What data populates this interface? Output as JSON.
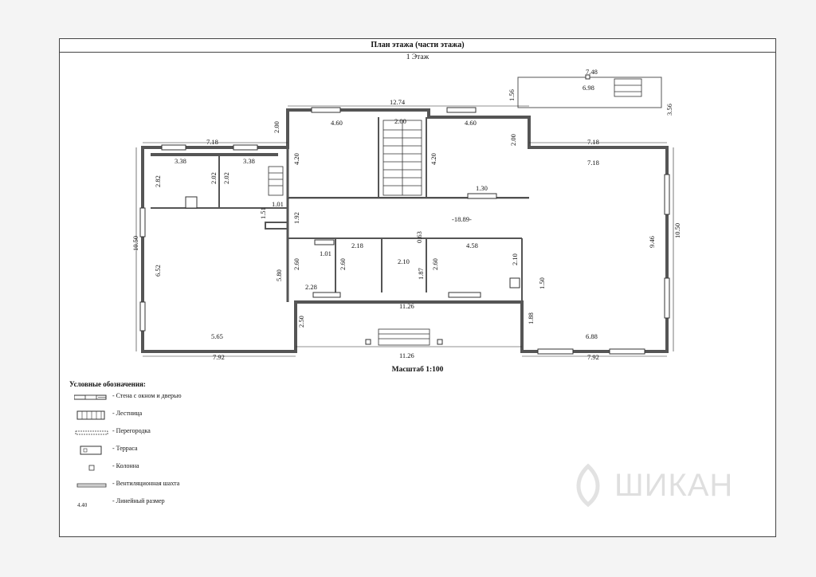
{
  "title": "План этажа (части этажа)",
  "floor": "1 Этаж",
  "scale": "Масштаб 1:100",
  "dimensions": {
    "d_1274": "12.74",
    "d_200_top": "2.00",
    "d_460_l": "4.60",
    "d_460_r": "4.60",
    "d_200_l": "2.00",
    "d_200_r": "2.00",
    "d_718_l": "7.18",
    "d_718_r_top": "7.18",
    "d_718_r_in": "7.18",
    "d_338_a": "3.38",
    "d_338_b": "3.38",
    "d_202_a": "2.02",
    "d_202_b": "2.02",
    "d_282": "2.82",
    "d_420_l": "4.20",
    "d_420_r": "4.20",
    "d_130": "1.30",
    "d_101_a": "1.01",
    "d_151": "1.51",
    "d_192": "1.92",
    "d_1889": "-18.89-",
    "d_1050_l": "10.50",
    "d_1050_r": "10.50",
    "d_652": "6.52",
    "d_580": "5.80",
    "d_946": "9.46",
    "d_101_b": "1.01",
    "d_218": "2.18",
    "d_063": "0.63",
    "d_458": "4.58",
    "d_260_a": "2.60",
    "d_260_b": "2.60",
    "d_260_c": "2.60",
    "d_210_a": "2.10",
    "d_210_b": "2.10",
    "d_187": "1.87",
    "d_228": "2.28",
    "d_1126_a": "11.26",
    "d_1126_b": "11.26",
    "d_150": "1.50",
    "d_250": "2.50",
    "d_188": "1.88",
    "d_565": "5.65",
    "d_688": "6.88",
    "d_792_l": "7.92",
    "d_792_r": "7.92",
    "d_748": "7.48",
    "d_698": "6.98",
    "d_156": "1.56",
    "d_356": "3.56"
  },
  "legend": {
    "title": "Условные обозначения:",
    "items": [
      {
        "label": "- Стена с окном и дверью",
        "icon": "wall-window-door"
      },
      {
        "label": "- Лестница",
        "icon": "stairs"
      },
      {
        "label": "- Перегородка",
        "icon": "partition"
      },
      {
        "label": "- Терраса",
        "icon": "terrace"
      },
      {
        "label": "- Колонна",
        "icon": "column"
      },
      {
        "label": "- Вентиляционная шахта",
        "icon": "ventilation-shaft"
      },
      {
        "label": "- Линейный размер",
        "icon": "linear-dimension",
        "sample": "4.40"
      }
    ]
  },
  "watermark": "ШИКАН",
  "colors": {
    "wall": "#555555",
    "line": "#111111",
    "paper": "#ffffff"
  }
}
